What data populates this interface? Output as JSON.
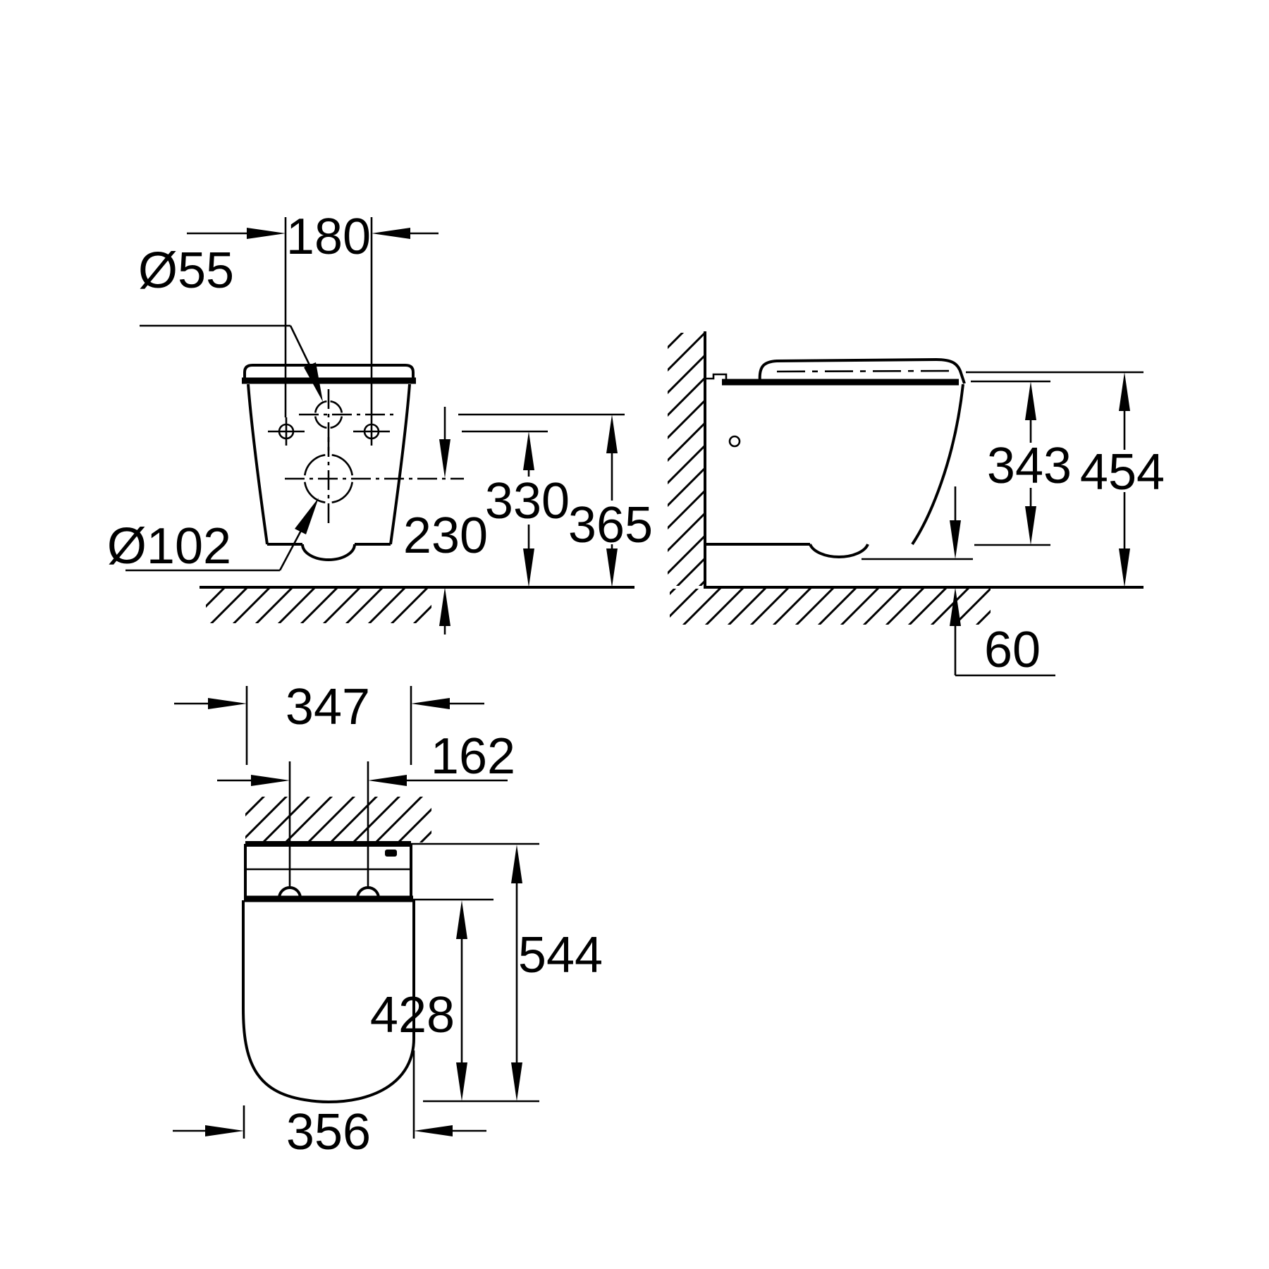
{
  "front": {
    "d180": "180",
    "d55": "Ø55",
    "d102": "Ø102",
    "d230": "230",
    "d330": "330",
    "d365": "365"
  },
  "side": {
    "d343": "343",
    "d454": "454",
    "d60": "60"
  },
  "plan": {
    "d347": "347",
    "d162": "162",
    "d428": "428",
    "d544": "544",
    "d356": "356"
  },
  "colors": {
    "line": "#000000",
    "background": "#ffffff"
  }
}
